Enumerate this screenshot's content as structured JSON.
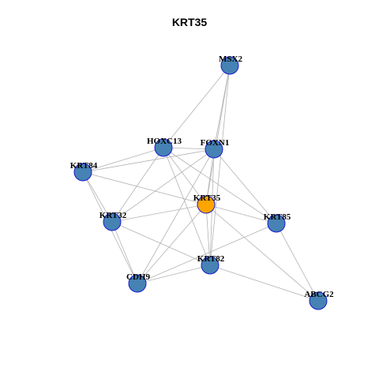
{
  "title": "KRT35",
  "colors": {
    "node_default": "#4682b4",
    "node_focus": "#ffa500",
    "node_border": "#1a1ad0",
    "edge": "#b3b3b3"
  },
  "nodes": [
    {
      "id": "MSX2",
      "label": "MSX2",
      "focus": false
    },
    {
      "id": "HOXC13",
      "label": "HOXC13",
      "focus": false
    },
    {
      "id": "FOXN1",
      "label": "FOXN1",
      "focus": false
    },
    {
      "id": "KRT84",
      "label": "KRT84",
      "focus": false
    },
    {
      "id": "KRT35",
      "label": "KRT35",
      "focus": true
    },
    {
      "id": "KRT32",
      "label": "KRT32",
      "focus": false
    },
    {
      "id": "KRT85",
      "label": "KRT85",
      "focus": false
    },
    {
      "id": "KRT82",
      "label": "KRT82",
      "focus": false
    },
    {
      "id": "CDH9",
      "label": "CDH9",
      "focus": false
    },
    {
      "id": "ABCG2",
      "label": "ABCG2",
      "focus": false
    }
  ],
  "edges": [
    [
      "MSX2",
      "HOXC13"
    ],
    [
      "MSX2",
      "FOXN1"
    ],
    [
      "MSX2",
      "KRT35"
    ],
    [
      "MSX2",
      "KRT82"
    ],
    [
      "HOXC13",
      "FOXN1"
    ],
    [
      "HOXC13",
      "KRT84"
    ],
    [
      "HOXC13",
      "KRT32"
    ],
    [
      "HOXC13",
      "KRT85"
    ],
    [
      "HOXC13",
      "KRT82"
    ],
    [
      "HOXC13",
      "KRT35"
    ],
    [
      "FOXN1",
      "KRT84"
    ],
    [
      "FOXN1",
      "KRT32"
    ],
    [
      "FOXN1",
      "KRT35"
    ],
    [
      "FOXN1",
      "KRT85"
    ],
    [
      "FOXN1",
      "KRT82"
    ],
    [
      "FOXN1",
      "CDH9"
    ],
    [
      "KRT84",
      "KRT35"
    ],
    [
      "KRT84",
      "KRT32"
    ],
    [
      "KRT84",
      "CDH9"
    ],
    [
      "KRT35",
      "KRT32"
    ],
    [
      "KRT35",
      "KRT85"
    ],
    [
      "KRT35",
      "KRT82"
    ],
    [
      "KRT35",
      "CDH9"
    ],
    [
      "KRT35",
      "ABCG2"
    ],
    [
      "KRT32",
      "KRT82"
    ],
    [
      "KRT32",
      "CDH9"
    ],
    [
      "KRT85",
      "ABCG2"
    ],
    [
      "KRT85",
      "CDH9"
    ],
    [
      "KRT82",
      "CDH9"
    ],
    [
      "KRT82",
      "ABCG2"
    ]
  ]
}
